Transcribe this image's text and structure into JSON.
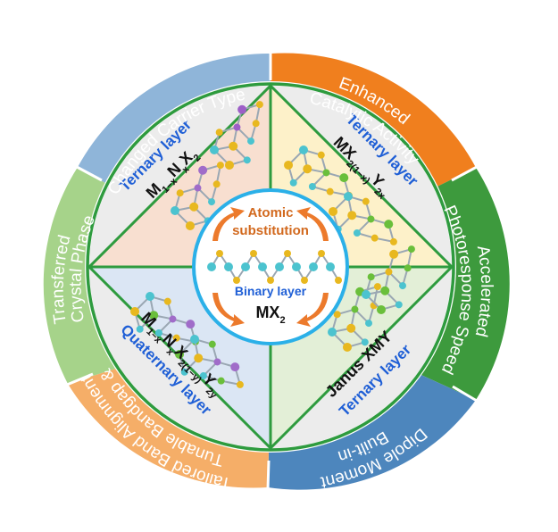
{
  "outer_ring": [
    {
      "label": "Changed Carrier Type",
      "color": "#8fb5d9"
    },
    {
      "label": "Enhanced Catalytic Activity",
      "color": "#f07f1e"
    },
    {
      "label": "Accelerated Photoresponse Speed",
      "color": "#3d9a3d"
    },
    {
      "label": "Built-in Dipole Moment",
      "color": "#4d86bd"
    },
    {
      "label": "Tunable Bandgap & Tailored Band Alignment",
      "color": "#f5ae68"
    },
    {
      "label": "Transferred Crystal Phase",
      "color": "#a6d38a"
    }
  ],
  "quadrants": {
    "top": {
      "title": "Ternary layer",
      "formula": "M1−xNxX2"
    },
    "right": {
      "title": "Ternary layer",
      "formula": "MX2(1−x)Y2x"
    },
    "bottom": {
      "title": "Ternary layer",
      "formula": "Janus XMY"
    },
    "left": {
      "title": "Quaternary layer",
      "formula": "M1−xNxX2(1−y)Y2y"
    }
  },
  "center": {
    "top_line1": "Atomic",
    "top_line2": "substitution",
    "bottom_title": "Binary layer",
    "bottom_formula": "MX2"
  },
  "colors": {
    "green_border": "#2e9b3e",
    "blue_circle": "#2bb0e8",
    "quad_top": "#f8dfd0",
    "quad_right": "#fdf1c9",
    "quad_bottom": "#e3efd7",
    "quad_left": "#dbe6f4",
    "corner_gray": "#ececec"
  }
}
